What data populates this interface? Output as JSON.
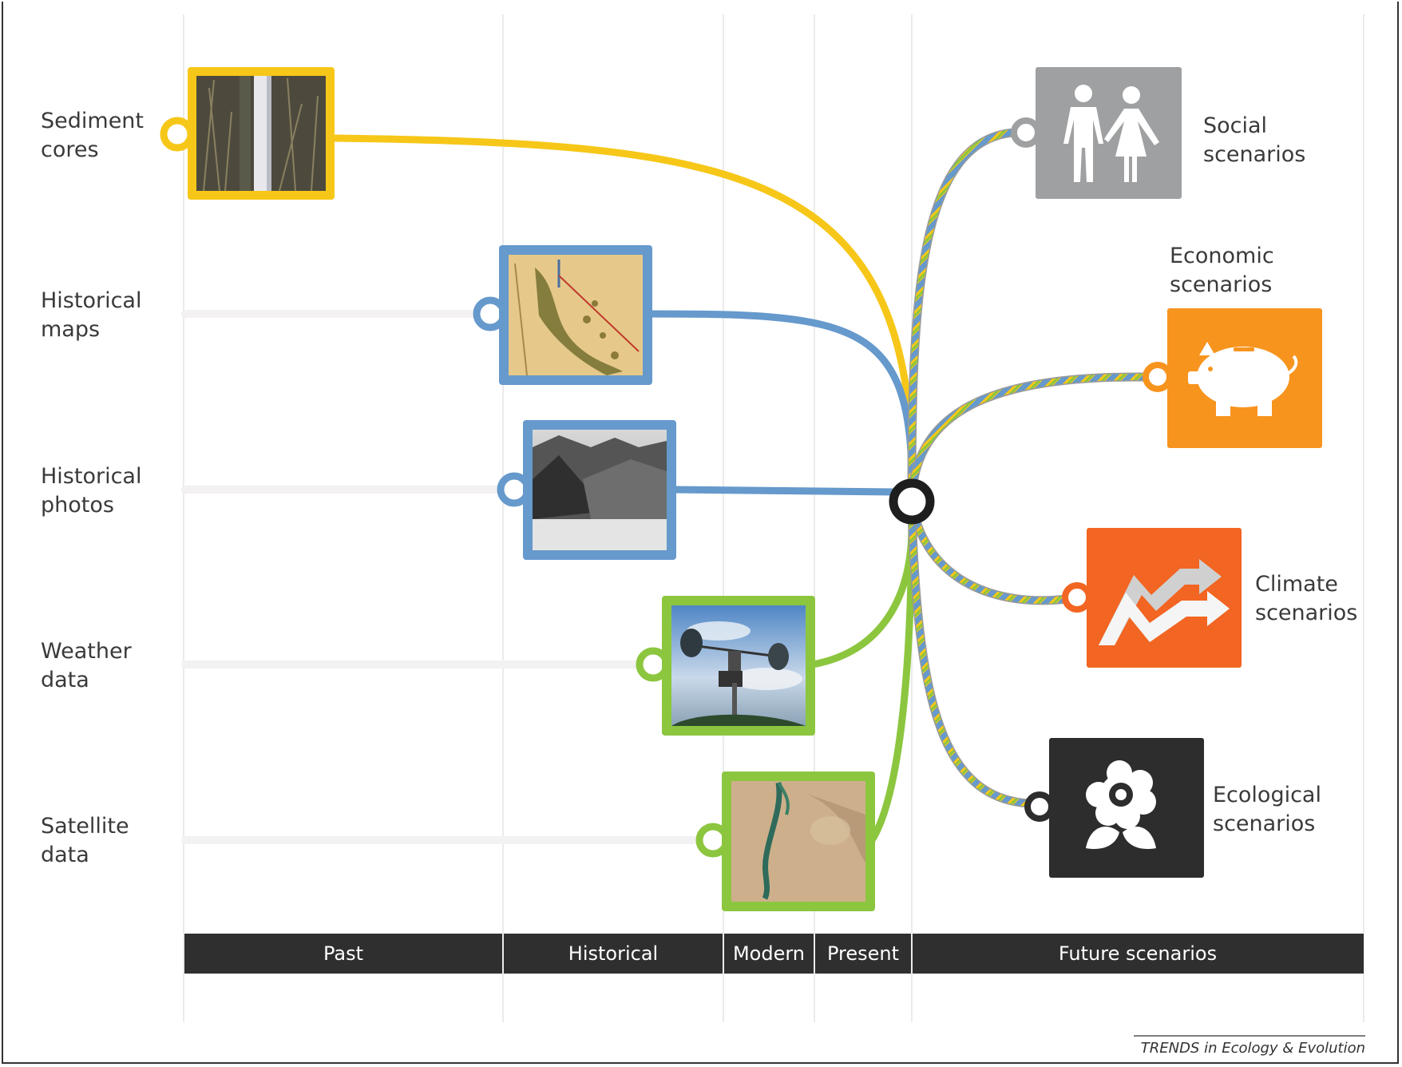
{
  "colors": {
    "yellow": "#f6c718",
    "blue": "#6699cc",
    "green": "#8cc63f",
    "social": "#9ea0a2",
    "economic": "#f7941e",
    "climate": "#f26522",
    "ecological": "#2e2d2d",
    "timeline_bar": "#2f2f2f"
  },
  "data_sources": [
    {
      "label_line1": "Sediment",
      "label_line2": "cores",
      "image": "sediment-core-photo"
    },
    {
      "label_line1": "Historical",
      "label_line2": "maps",
      "image": "historical-map"
    },
    {
      "label_line1": "Historical",
      "label_line2": "photos",
      "image": "historical-photo"
    },
    {
      "label_line1": "Weather",
      "label_line2": "data",
      "image": "anemometer-photo"
    },
    {
      "label_line1": "Satellite",
      "label_line2": "data",
      "image": "satellite-photo"
    }
  ],
  "scenarios": [
    {
      "label_line1": "Social",
      "label_line2": "scenarios",
      "icon": "people-icon"
    },
    {
      "label_line1": "Economic",
      "label_line2": "scenarios",
      "icon": "piggy-bank-icon"
    },
    {
      "label_line1": "Climate",
      "label_line2": "scenarios",
      "icon": "trend-arrows-icon"
    },
    {
      "label_line1": "Ecological",
      "label_line2": "scenarios",
      "icon": "flower-icon"
    }
  ],
  "timeline": [
    "Past",
    "Historical",
    "Modern",
    "Present",
    "Future scenarios"
  ],
  "credit": "TRENDS in Ecology & Evolution"
}
